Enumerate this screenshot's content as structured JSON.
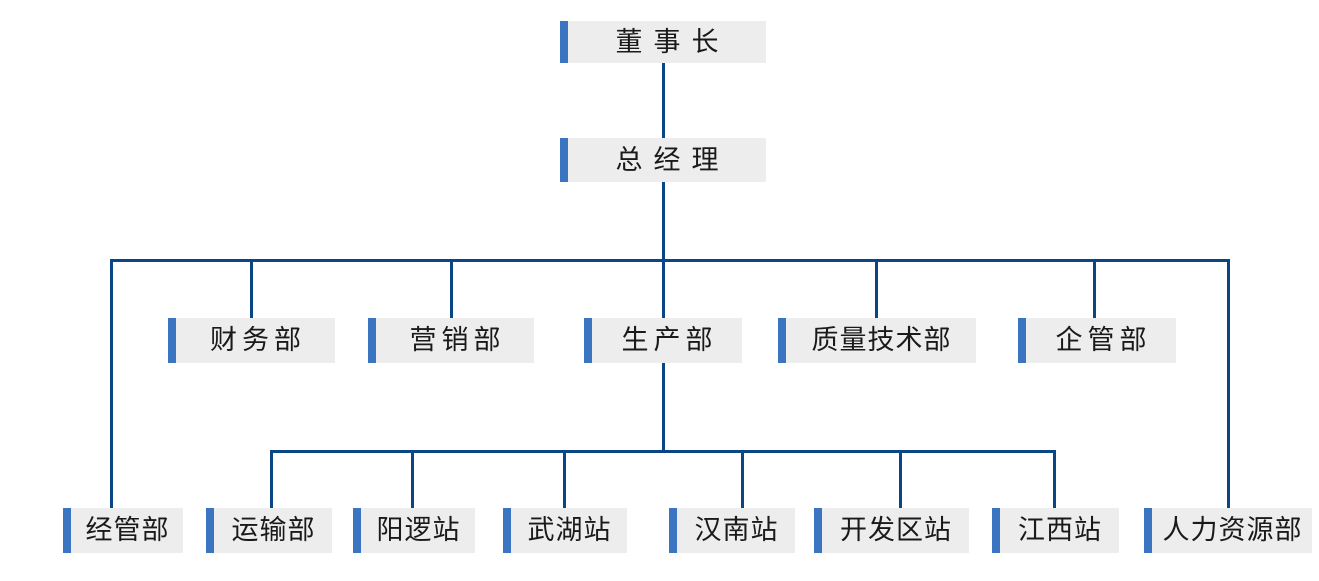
{
  "diagram_type": "organization-chart",
  "colors": {
    "connector": "#0A4586",
    "node_accent_bar": "#3B74C0",
    "node_background": "#EDEDED",
    "node_text": "#1A1A1A",
    "page_background": "#FFFFFF"
  },
  "org": {
    "chairman": {
      "label": "董事长"
    },
    "general_manager": {
      "label": "总经理",
      "parent": "董事长"
    },
    "departments": [
      {
        "label": "财务部",
        "parent": "总经理"
      },
      {
        "label": "营销部",
        "parent": "总经理"
      },
      {
        "label": "生产部",
        "parent": "总经理"
      },
      {
        "label": "质量技术部",
        "parent": "总经理"
      },
      {
        "label": "企管部",
        "parent": "总经理"
      }
    ],
    "bottom_row": [
      {
        "label": "经管部",
        "parent": "总经理"
      },
      {
        "label": "运输部",
        "parent": "生产部"
      },
      {
        "label": "阳逻站",
        "parent": "生产部"
      },
      {
        "label": "武湖站",
        "parent": "生产部"
      },
      {
        "label": "汉南站",
        "parent": "生产部"
      },
      {
        "label": "开发区站",
        "parent": "生产部"
      },
      {
        "label": "江西站",
        "parent": "生产部"
      },
      {
        "label": "人力资源部",
        "parent": "总经理"
      }
    ]
  }
}
